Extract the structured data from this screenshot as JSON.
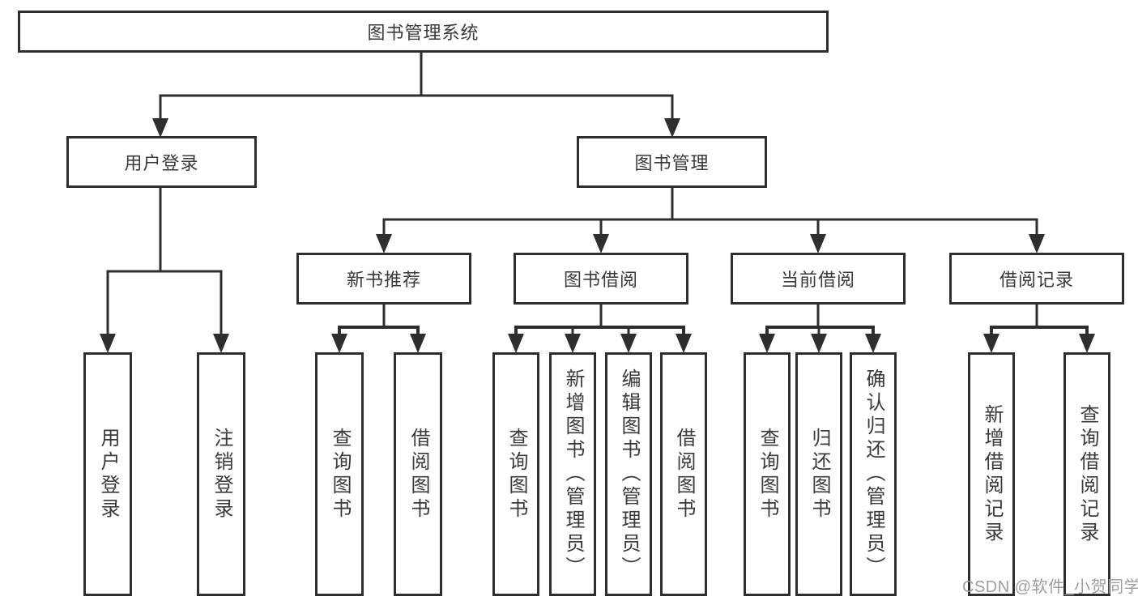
{
  "diagram": {
    "root": "图书管理系统",
    "level1": {
      "user_login": "用户登录",
      "book_management": "图书管理"
    },
    "user_login_children": [
      "用户登录",
      "注销登录"
    ],
    "branches": [
      {
        "label": "新书推荐",
        "children": [
          "查询图书",
          "借阅图书"
        ]
      },
      {
        "label": "图书借阅",
        "children": [
          "查询图书",
          "新增图书（管理员）",
          "编辑图书（管理员）",
          "借阅图书"
        ]
      },
      {
        "label": "当前借阅",
        "children": [
          "查询图书",
          "归还图书",
          "确认归还（管理员）"
        ]
      },
      {
        "label": "借阅记录",
        "children": [
          "新增借阅记录",
          "查询借阅记录"
        ]
      }
    ]
  },
  "watermark": "CSDN @软件_小贺同学",
  "colors": {
    "line": "#2e2e2e",
    "text": "#3a3a3a",
    "watermark": "#9e9e9e",
    "background": "#ffffff"
  }
}
